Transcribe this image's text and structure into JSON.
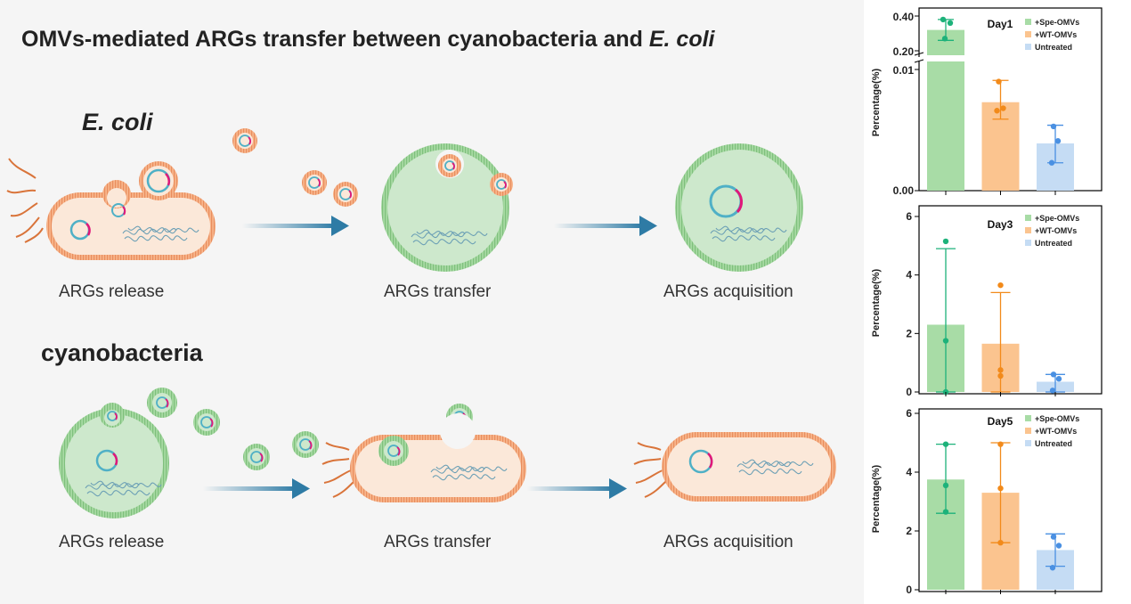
{
  "title": {
    "main": "OMVs-mediated ARGs transfer between cyanobacteria and ",
    "species": "E. coli"
  },
  "sections": {
    "ecoli": "E. coli",
    "cyano": "cyanobacteria"
  },
  "captions": {
    "ecoli": [
      "ARGs release",
      "ARGs transfer",
      "ARGs acquisition"
    ],
    "cyano": [
      "ARGs release",
      "ARGs transfer",
      "ARGs acquisition"
    ]
  },
  "colors": {
    "spe": "#1db27a",
    "spe_fill": "#a8dca6",
    "wt": "#f28a1a",
    "wt_fill": "#fbc48f",
    "unt": "#4a90e2",
    "unt_fill": "#c5dcf4",
    "ecoli_membrane": "#f2a77a",
    "cyano_membrane": "#8fcf8f",
    "arrow": "#2e7ba5",
    "plasmid": "#4fb0c6",
    "plasmid_gene": "#e0187a"
  },
  "chart_data": [
    {
      "type": "bar",
      "day": "Day1",
      "ylabel": "Percentage(%)",
      "categories": [
        "+Spe-OMVs",
        "+WT-OMVs",
        "Untreated"
      ],
      "axis_break": true,
      "lower_ticks": [
        "0.00",
        "0.01"
      ],
      "upper_ticks": [
        "0.20",
        "0.40"
      ],
      "values": [
        0.32,
        0.0073,
        0.0039
      ],
      "error": [
        [
          0.26,
          0.38
        ],
        [
          0.0059,
          0.0091
        ],
        [
          0.0023,
          0.0054
        ]
      ],
      "points": [
        [
          0.38,
          0.36,
          0.27
        ],
        [
          0.009,
          0.0068,
          0.0066
        ],
        [
          0.0053,
          0.0041,
          0.0023
        ]
      ]
    },
    {
      "type": "bar",
      "day": "Day3",
      "ylabel": "Percentage(%)",
      "categories": [
        "+Spe-OMVs",
        "+WT-OMVs",
        "Untreated"
      ],
      "ticks": [
        "0",
        "2",
        "4",
        "6"
      ],
      "ylim": [
        0,
        6
      ],
      "values": [
        2.3,
        1.65,
        0.35
      ],
      "error": [
        [
          0,
          4.9
        ],
        [
          0,
          3.4
        ],
        [
          0,
          0.6
        ]
      ],
      "points": [
        [
          5.15,
          1.75,
          0
        ],
        [
          3.65,
          0.75,
          0.55
        ],
        [
          0.6,
          0.45,
          0.05
        ]
      ]
    },
    {
      "type": "bar",
      "day": "Day5",
      "ylabel": "Percentage(%)",
      "categories": [
        "+Spe-OMVs",
        "+WT-OMVs",
        "Untreated"
      ],
      "ticks": [
        "0",
        "2",
        "4",
        "6"
      ],
      "ylim": [
        0,
        6
      ],
      "values": [
        3.75,
        3.3,
        1.35
      ],
      "error": [
        [
          2.6,
          4.95
        ],
        [
          1.6,
          5.0
        ],
        [
          0.8,
          1.9
        ]
      ],
      "points": [
        [
          4.95,
          3.55,
          2.65
        ],
        [
          4.95,
          3.45,
          1.6
        ],
        [
          1.8,
          1.5,
          0.75
        ]
      ]
    }
  ]
}
